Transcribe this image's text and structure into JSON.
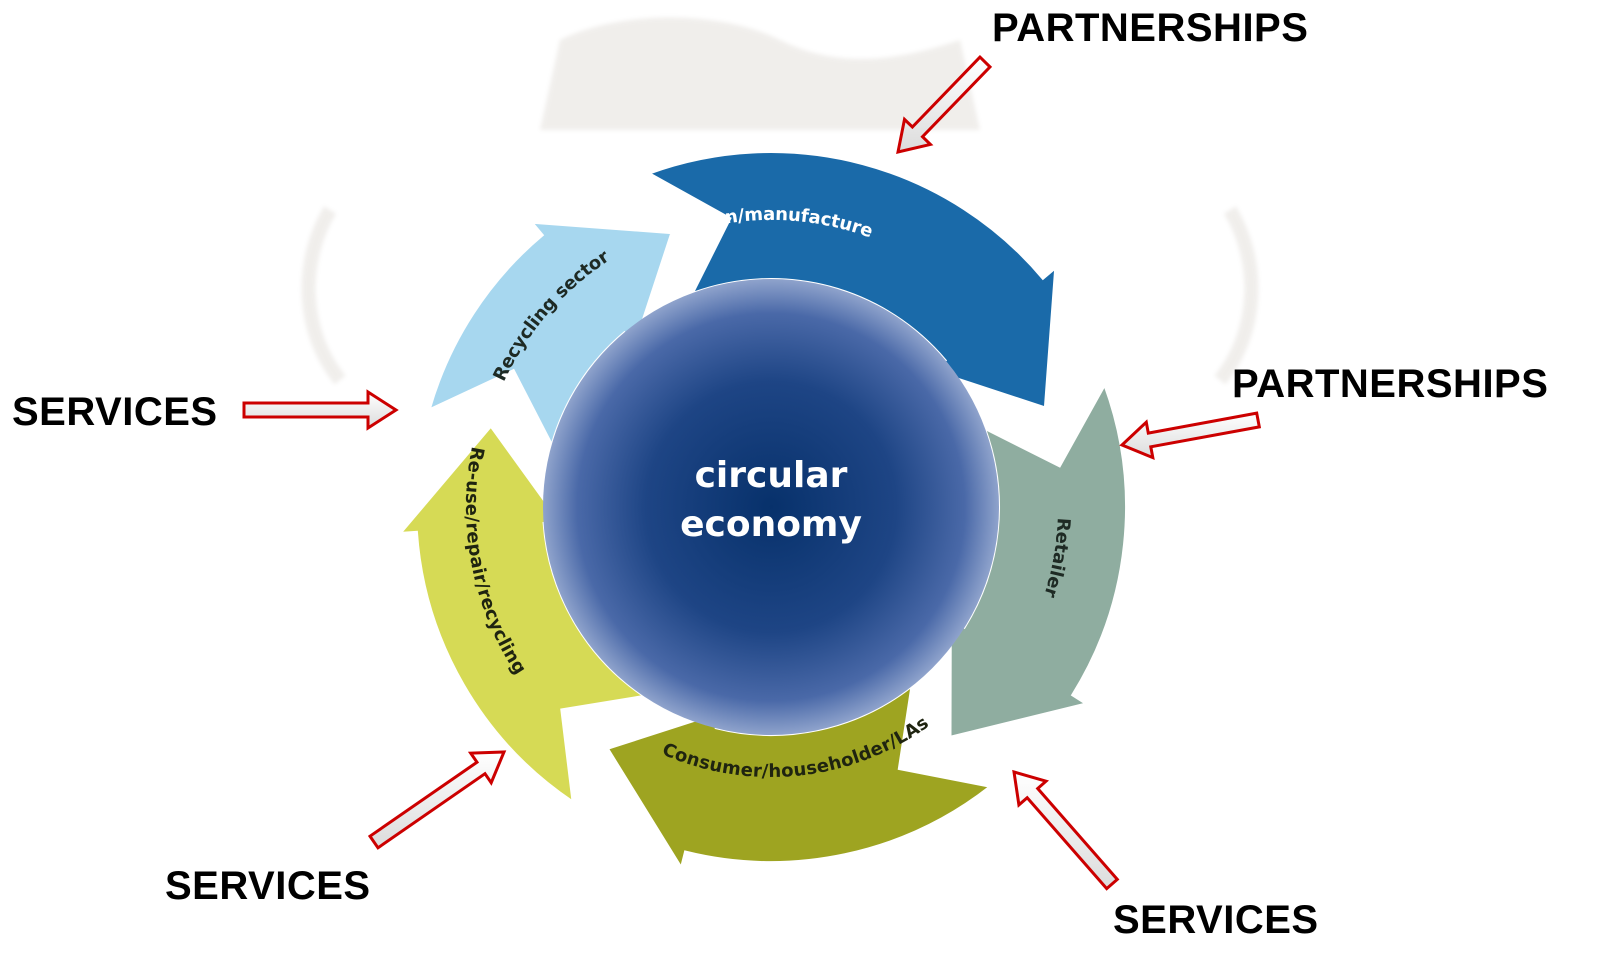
{
  "diagram": {
    "center": {
      "line1": "circular",
      "line2": "economy"
    },
    "segments": [
      {
        "key": "design",
        "label": "Design/manufacture",
        "color": "#1a6aa9"
      },
      {
        "key": "retailer",
        "label": "Retailer",
        "color": "#8fada0"
      },
      {
        "key": "consumer",
        "label": "Consumer/householder/LAs",
        "color": "#9ea421"
      },
      {
        "key": "reuse",
        "label": "Re-use/repair/recycling",
        "color": "#d6da55"
      },
      {
        "key": "recycling",
        "label": "Recycling sector",
        "color": "#a7d7ef"
      }
    ],
    "core_colors": {
      "inner": "#07316b",
      "outer": "#3e5f9e",
      "edge": "#8fa3cc"
    }
  },
  "callouts": {
    "partnerships_top": "PARTNERSHIPS",
    "partnerships_right": "PARTNERSHIPS",
    "services_left": "SERVICES",
    "services_bottom_left": "SERVICES",
    "services_bottom_right": "SERVICES"
  },
  "arrow_style": {
    "border": "#cc0000",
    "fill": "#ffffff",
    "fill_shade": "#e6e6e6"
  }
}
